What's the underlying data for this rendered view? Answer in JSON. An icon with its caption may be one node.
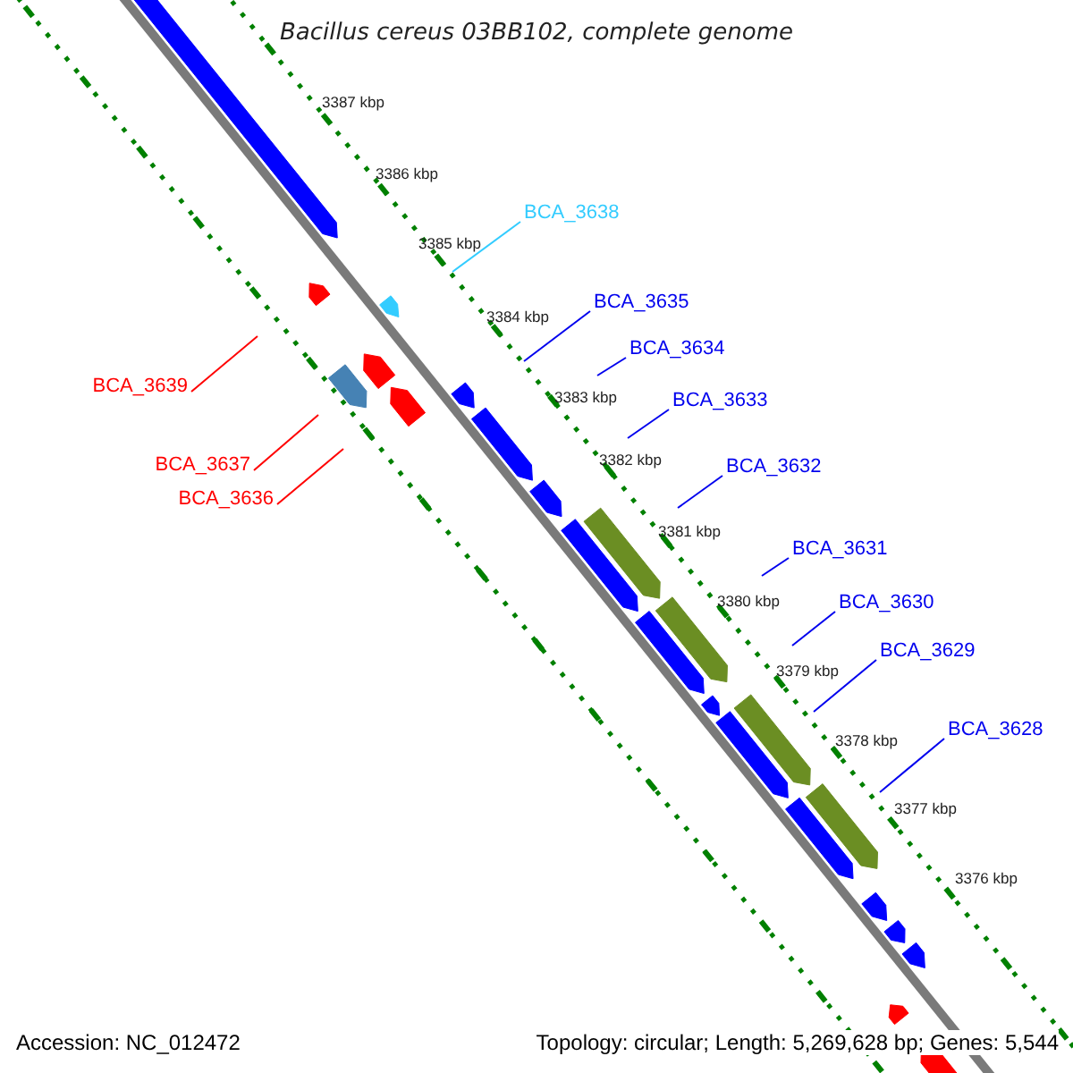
{
  "diagram": {
    "title": "Bacillus cereus 03BB102, complete genome",
    "nodes": [
      {
        "text": [
          "BCA_3638"
        ]
      },
      {
        "text": [
          "BCA_3635"
        ]
      },
      {
        "text": [
          "BCA_3634"
        ]
      },
      {
        "text": [
          "BCA_3639"
        ]
      },
      {
        "text": [
          "BCA_3633"
        ]
      },
      {
        "text": [
          "BCA_3637"
        ]
      },
      {
        "text": [
          "BCA_3632"
        ]
      },
      {
        "text": [
          "BCA_3636"
        ]
      },
      {
        "text": [
          "BCA_3631"
        ]
      },
      {
        "text": [
          "BCA_3630"
        ]
      },
      {
        "text": [
          "BCA_3629"
        ]
      },
      {
        "text": [
          "BCA_3628"
        ]
      }
    ],
    "edges": [
      {
        "from": 0,
        "to": null,
        "arrow": "none",
        "color": "#33ccff"
      },
      {
        "from": 1,
        "to": null,
        "arrow": "none"
      },
      {
        "from": 2,
        "to": null,
        "arrow": "none"
      },
      {
        "from": 3,
        "to": null,
        "arrow": "none",
        "color": "#ff0000"
      },
      {
        "from": 4,
        "to": null,
        "arrow": "none"
      },
      {
        "from": 5,
        "to": null,
        "arrow": "none",
        "color": "#ff0000"
      },
      {
        "from": 6,
        "to": null,
        "arrow": "none"
      },
      {
        "from": 7,
        "to": null,
        "arrow": "none",
        "color": "#ff0000"
      },
      {
        "from": 8,
        "to": null,
        "arrow": "none"
      },
      {
        "from": 9,
        "to": null,
        "arrow": "none"
      },
      {
        "from": 10,
        "to": null,
        "arrow": "none"
      },
      {
        "from": 11,
        "to": null,
        "arrow": "none"
      }
    ],
    "labels": [
      "3387 kbp",
      "3386 kbp",
      "3385 kbp",
      "3384 kbp",
      "3383 kbp",
      "3382 kbp",
      "3381 kbp",
      "3380 kbp",
      "3379 kbp",
      "3378 kbp",
      "3377 kbp",
      "3376 kbp",
      "Accession: NC_012472",
      "Topology: circular; Length: 5,269,628 bp; Genes: 5,544"
    ]
  }
}
